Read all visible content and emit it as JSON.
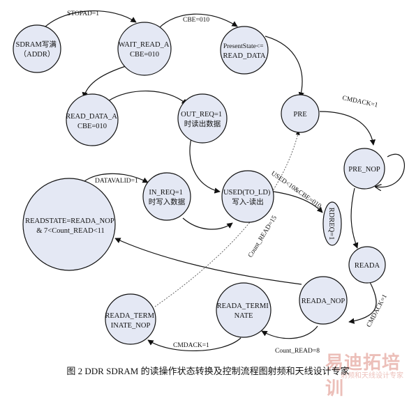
{
  "states": {
    "sdram_full": [
      "SDRAM写满",
      "（ADDR）"
    ],
    "wait_read_a": [
      "WAIT_READ_A",
      "CBE=010"
    ],
    "presentstate": [
      "PresentState<=",
      "READ_DATA"
    ],
    "read_data_a": [
      "READ_DATA_A",
      "CBE=010"
    ],
    "out_req": [
      "OUT_REQ=1",
      "时读出数据"
    ],
    "pre": [
      "PRE"
    ],
    "pre_nop": [
      "PRE_NOP"
    ],
    "readstate": [
      "READSTATE=READA_NOP",
      "& 7<Count_READ<11"
    ],
    "in_req": [
      "IN_REQ=1",
      "时写入数据"
    ],
    "used_to_ld": [
      "USED(TO_LD)",
      "写入-读出"
    ],
    "rdreq": [
      "RDREQ=1"
    ],
    "reada": [
      "READA"
    ],
    "reada_nop": [
      "READA_NOP"
    ],
    "reada_terminate": [
      "READA_TERMI",
      "NATE"
    ],
    "reada_terminate_nop": [
      "READA_TERM",
      "INATE_NOP"
    ]
  },
  "edges": {
    "stopad": "STOPAD=1",
    "cbe": "CBE=010",
    "cmdack_pre": "CMDACK=1",
    "datavalid": "DATAVALID=1",
    "used_cbe": "USED<10&CBE=010",
    "count15": "Count_READ=15",
    "cmdack_reada": "CMDACK=1",
    "count8": "Count_READ=8",
    "cmdack_term": "CMDACK=1"
  },
  "caption": "图 2 DDR SDRAM 的读操作状态转换及控制流程图射频和天线设计专家",
  "watermark": {
    "main": "易迪拓培训",
    "sub": "射频和天线设计专家"
  },
  "colors": {
    "state_fill": "#e4e8f4",
    "line": "#111111",
    "watermark": "#c94a3a"
  }
}
